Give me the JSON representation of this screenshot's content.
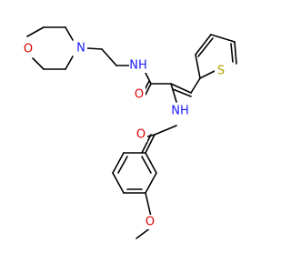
{
  "molecule": {
    "atoms": [
      {
        "element": "O",
        "label": "O",
        "color": "#e00000"
      },
      {
        "element": "N",
        "label": "N",
        "color": "#1a1aff"
      },
      {
        "element": "N",
        "label": "NH",
        "color": "#1a1aff"
      },
      {
        "element": "O",
        "label": "O",
        "color": "#e00000"
      },
      {
        "element": "S",
        "label": "S",
        "color": "#b3a100"
      },
      {
        "element": "N",
        "label": "NH",
        "color": "#1a1aff"
      },
      {
        "element": "O",
        "label": "O",
        "color": "#e00000"
      },
      {
        "element": "O",
        "label": "O",
        "color": "#e00000"
      }
    ],
    "bond_color": "#000000"
  }
}
